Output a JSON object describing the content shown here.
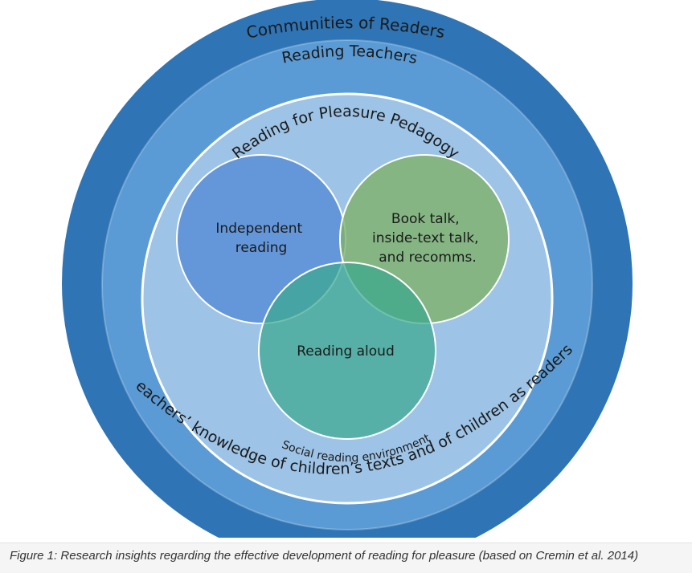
{
  "diagram": {
    "rings": {
      "outer": {
        "label": "Communities of Readers",
        "color": "#2f74b5"
      },
      "second": {
        "label": "Reading Teachers",
        "color": "#5b9bd5"
      },
      "third": {
        "label": "Reading for Pleasure Pedagogy",
        "color": "#9dc3e6"
      },
      "bottom_arc_label": "Teachers’ knowledge of children’s texts and of children as readers",
      "inner_bottom_label": "Social reading environment"
    },
    "circles": [
      {
        "lines": [
          "Independent",
          "reading"
        ],
        "color": "#5b8fd6"
      },
      {
        "lines": [
          "Book talk,",
          "inside-text talk,",
          "and recomms."
        ],
        "color": "#7fb26a"
      },
      {
        "lines": [
          "Reading aloud"
        ],
        "color": "#3aa98f"
      }
    ]
  },
  "caption": "Figure 1: Research insights regarding the effective development of reading for pleasure (based on Cremin et al. 2014)"
}
